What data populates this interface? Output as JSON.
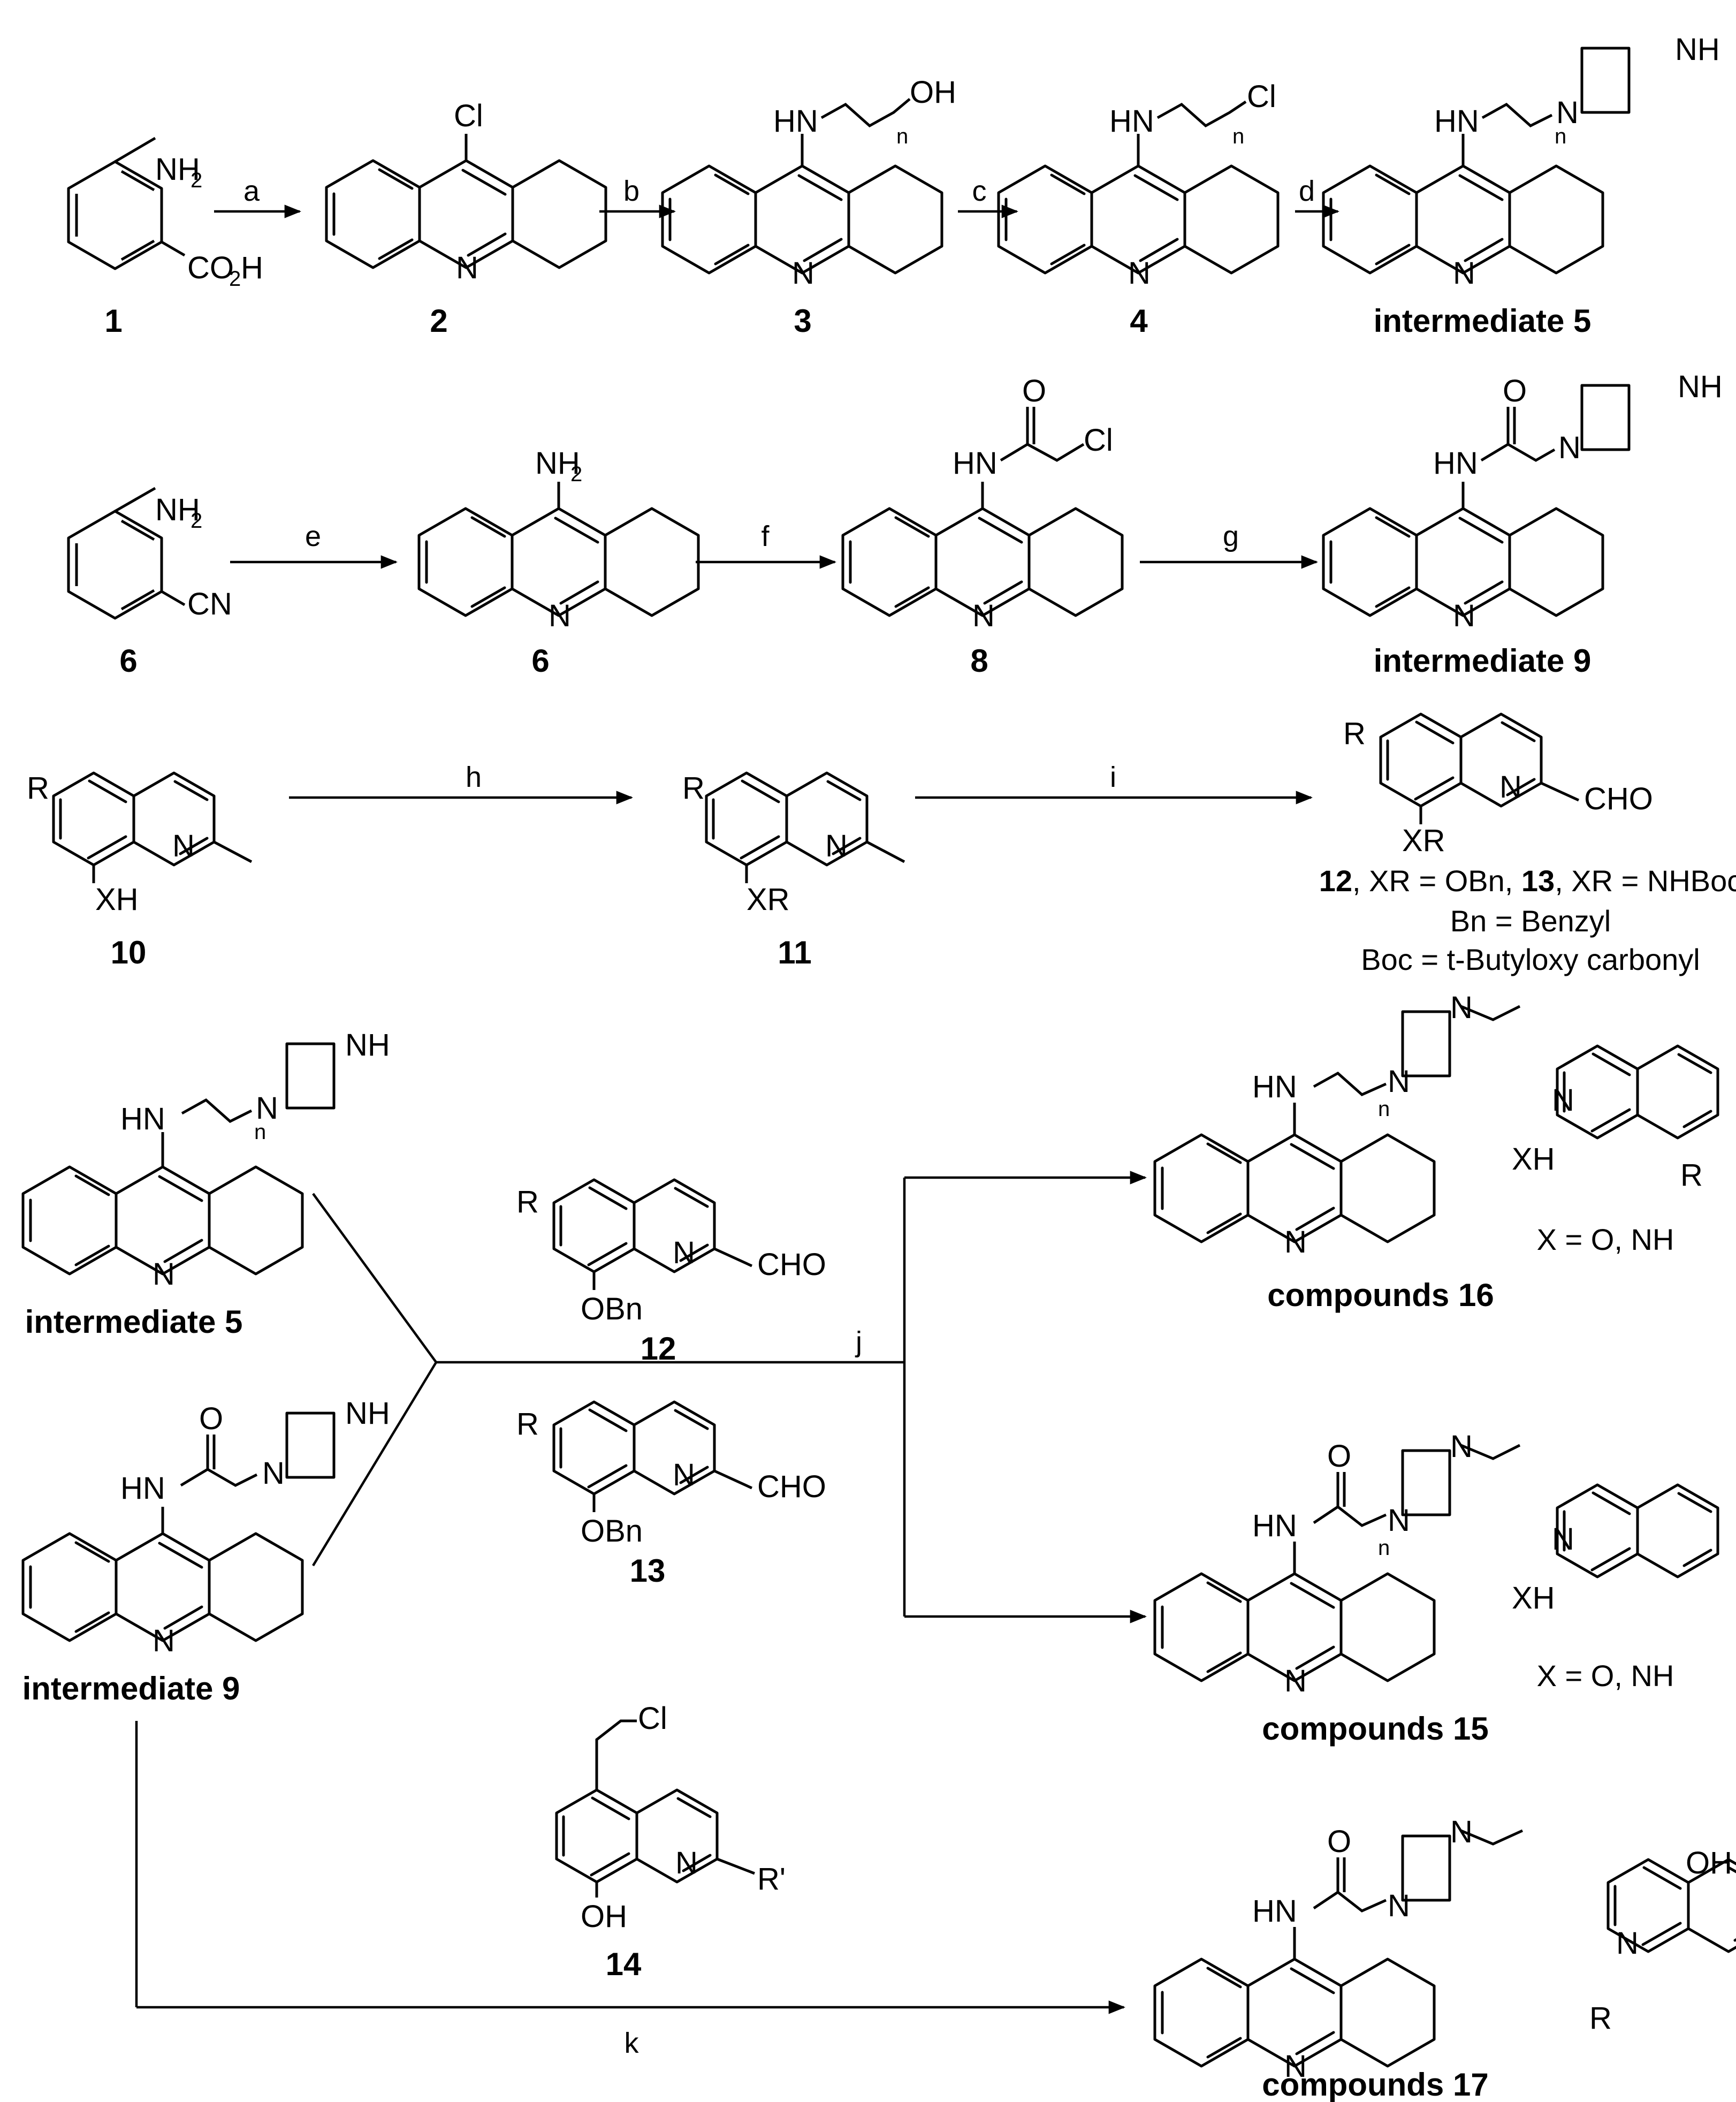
{
  "atoms": {
    "Cl": "Cl",
    "N": "N",
    "NH": "NH",
    "HN": "HN",
    "OH": "OH",
    "O": "O",
    "NH2": "NH",
    "two": "2",
    "CO2H_a": "CO",
    "CO2H_b": "H",
    "CN": "CN",
    "n": "n",
    "R": "R",
    "R_prime": "R'",
    "XH": "XH",
    "XR": "XR",
    "CHO": "CHO",
    "OBn": "OBn"
  },
  "labels": {
    "c1": "1",
    "c2": "2",
    "c3": "3",
    "c4": "4",
    "c5": "intermediate 5",
    "c6a": "6",
    "c6b": "6",
    "c8": "8",
    "c9": "intermediate 9",
    "c10": "10",
    "c11": "11",
    "c12": "12",
    "c13": "13",
    "c14": "14",
    "i5b": "intermediate 5",
    "i9b": "intermediate 9",
    "cmp16": "compounds 16",
    "cmp15": "compounds 15",
    "cmp17": "compounds 17"
  },
  "reagents": [
    "a",
    "b",
    "c",
    "d",
    "e",
    "f",
    "g",
    "h",
    "i",
    "j",
    "k"
  ],
  "notes": {
    "n12_bold": "12",
    "n12_text": ", XR = OBn, ",
    "n13_bold": "13",
    "n13_text": ", XR = NHBoc",
    "bn": "Bn = Benzyl",
    "boc": "Boc = t-Butyloxy carbonyl",
    "x16": "X = O, NH",
    "x15": "X = O, NH"
  }
}
